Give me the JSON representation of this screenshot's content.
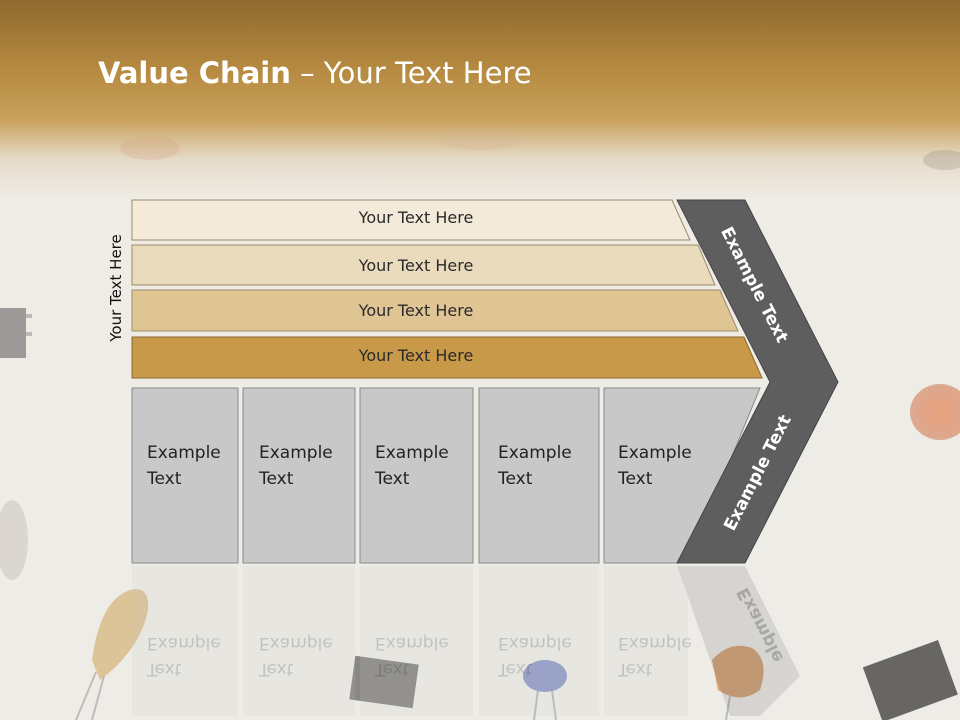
{
  "slide": {
    "title_bold": "Value Chain",
    "title_rest": " – Your Text Here",
    "side_label": "Your Text Here"
  },
  "bands": [
    {
      "label": "Your Text Here",
      "color": "#f3ead9"
    },
    {
      "label": "Your Text Here",
      "color": "#eadbbc"
    },
    {
      "label": "Your Text Here",
      "color": "#e0c594"
    },
    {
      "label": "Your Text Here",
      "color": "#c9994a"
    }
  ],
  "cells": [
    {
      "line1": "Example",
      "line2": "Text"
    },
    {
      "line1": "Example",
      "line2": "Text"
    },
    {
      "line1": "Example",
      "line2": "Text"
    },
    {
      "line1": "Example",
      "line2": "Text"
    },
    {
      "line1": "Example",
      "line2": "Text"
    }
  ],
  "chevron": {
    "upper_label": "Example Text",
    "lower_label": "Example Text",
    "reflection_label": "Example"
  },
  "colors": {
    "header": "#b68a40",
    "cell_fill": "#c8c8c8",
    "chevron_fill": "#5e5e5e"
  }
}
